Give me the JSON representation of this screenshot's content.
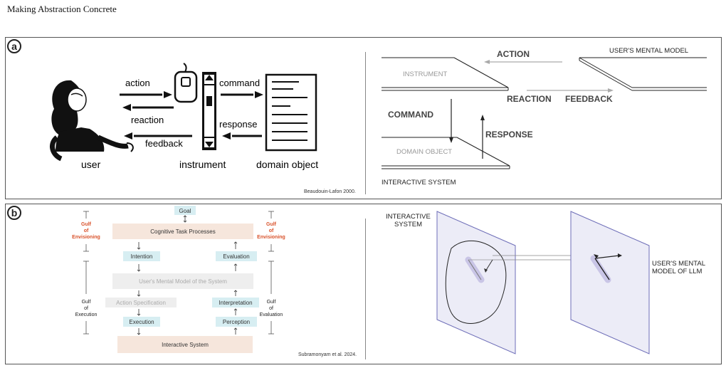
{
  "header": {
    "title": "Making Abstraction Concrete"
  },
  "panel_a": {
    "badge": "a",
    "left": {
      "action": "action",
      "reaction": "reaction",
      "feedback": "feedback",
      "command": "command",
      "response": "response",
      "user": "user",
      "instrument": "instrument",
      "domain_object": "domain object"
    },
    "right": {
      "action": "ACTION",
      "mental_model": "USER'S MENTAL MODEL",
      "instrument": "INSTRUMENT",
      "reaction": "REACTION",
      "feedback": "FEEDBACK",
      "command": "COMMAND",
      "response": "RESPONSE",
      "domain_object": "DOMAIN OBJECT",
      "interactive_system": "INTERACTIVE SYSTEM"
    },
    "citation": "Beaudouin-Lafon 2000."
  },
  "panel_b": {
    "badge": "b",
    "flow": {
      "goal": "Goal",
      "ctp": "Cognitive Task Processes",
      "intention": "Intention",
      "evaluation": "Evaluation",
      "mental_model": "User's Mental Model of the System",
      "action_spec": "Action Specification",
      "interpretation": "Interpretation",
      "execution": "Execution",
      "perception": "Perception",
      "interactive_system": "Interactive System",
      "gulf_env_left_1": "Gulf",
      "gulf_env_left_2": "of",
      "gulf_env_left_3": "Envisioning",
      "gulf_env_right_1": "Gulf",
      "gulf_env_right_2": "of",
      "gulf_env_right_3": "Envisioning",
      "gulf_exec_1": "Gulf",
      "gulf_exec_2": "of",
      "gulf_exec_3": "Execution",
      "gulf_eval_1": "Gulf",
      "gulf_eval_2": "of",
      "gulf_eval_3": "Evaluation"
    },
    "citation": "Subramonyam et al. 2024.",
    "right": {
      "interactive_1": "INTERACTIVE",
      "interactive_2": "SYSTEM",
      "mm_1": "USER'S MENTAL",
      "mm_2": "MODEL OF LLM"
    }
  },
  "colors": {
    "accent_red": "#d9532c",
    "box_peach": "#f6e6dc",
    "box_teal": "#d7eef2",
    "box_grey": "#eeeeee",
    "plane_purple": "#6e6eb8",
    "plane_fill": "#ececf7"
  }
}
